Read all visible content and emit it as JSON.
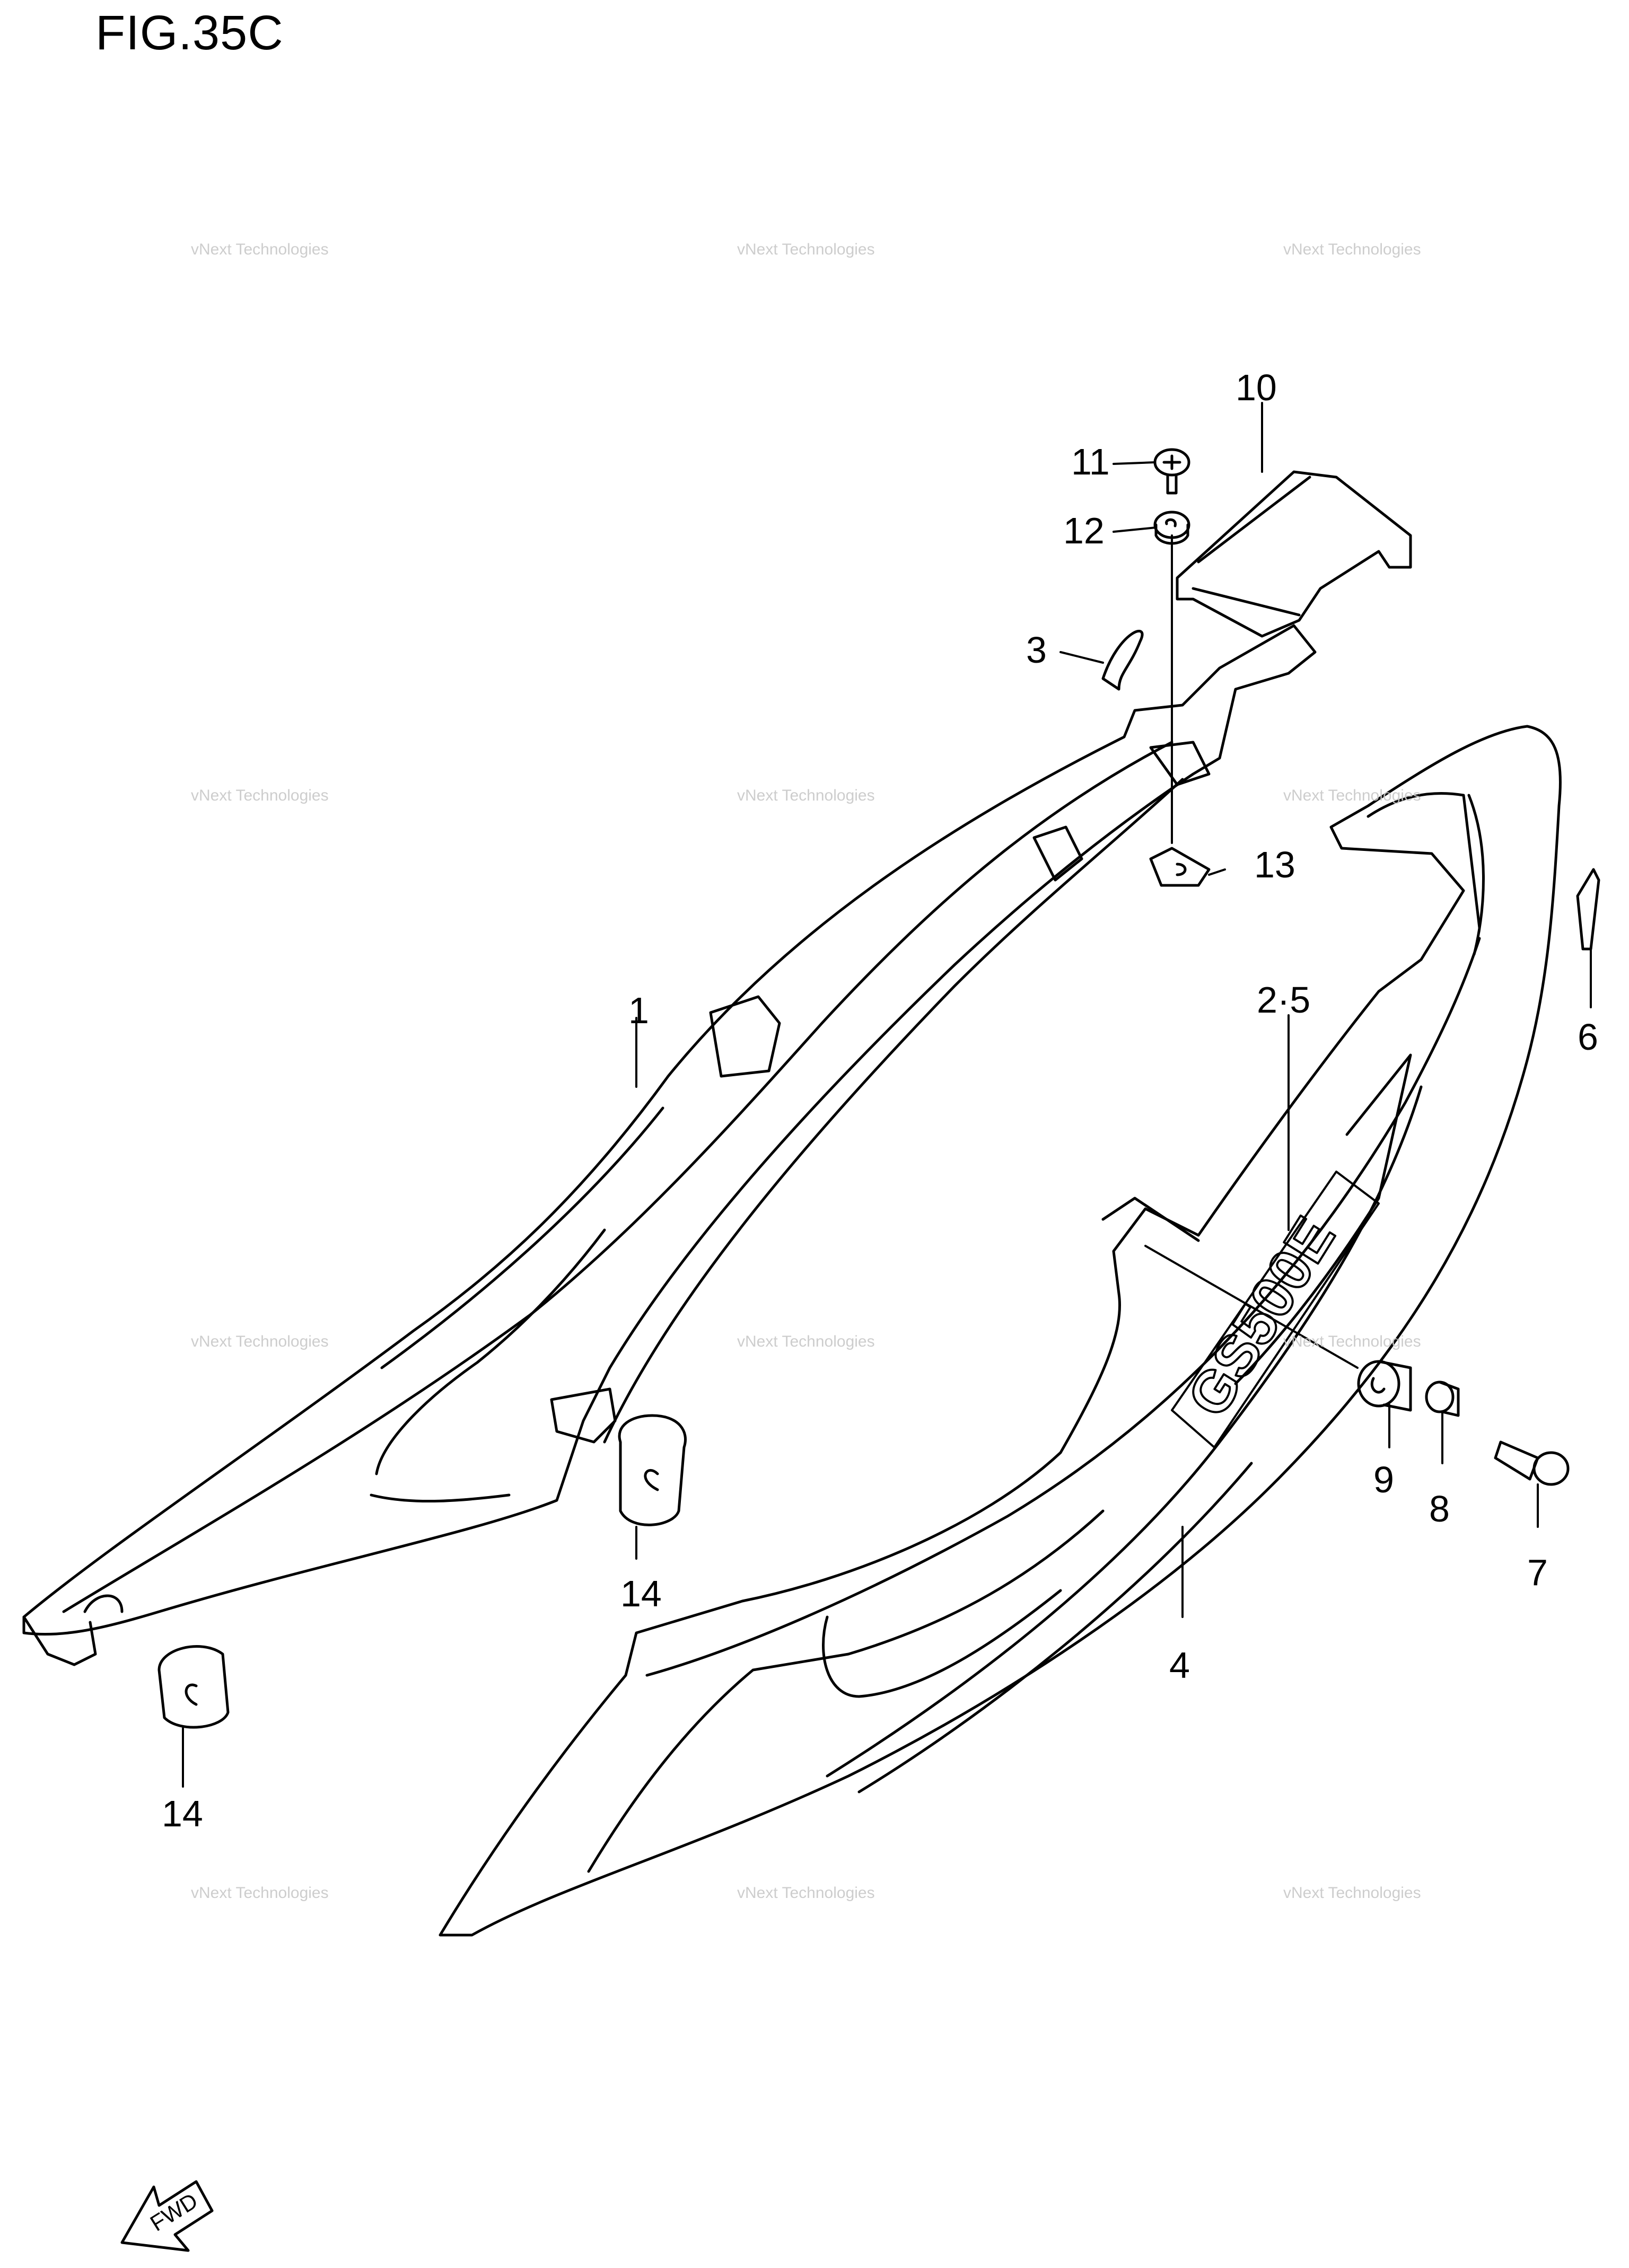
{
  "figure": {
    "title": "FIG.35C"
  },
  "callouts": [
    {
      "id": "c1",
      "label": "1"
    },
    {
      "id": "c2",
      "label": "2·5"
    },
    {
      "id": "c3",
      "label": "3"
    },
    {
      "id": "c4",
      "label": "4"
    },
    {
      "id": "c6",
      "label": "6"
    },
    {
      "id": "c7",
      "label": "7"
    },
    {
      "id": "c8",
      "label": "8"
    },
    {
      "id": "c9",
      "label": "9"
    },
    {
      "id": "c10",
      "label": "10"
    },
    {
      "id": "c11",
      "label": "11"
    },
    {
      "id": "c12",
      "label": "12"
    },
    {
      "id": "c13",
      "label": "13"
    },
    {
      "id": "c14a",
      "label": "14"
    },
    {
      "id": "c14b",
      "label": "14"
    }
  ],
  "decal_text": "GS500E",
  "fwd_label": "FWD",
  "watermark": {
    "line1": "vNext Technologies",
    "line2": "vNext Technologies",
    "line3": "vNext Technologies"
  }
}
